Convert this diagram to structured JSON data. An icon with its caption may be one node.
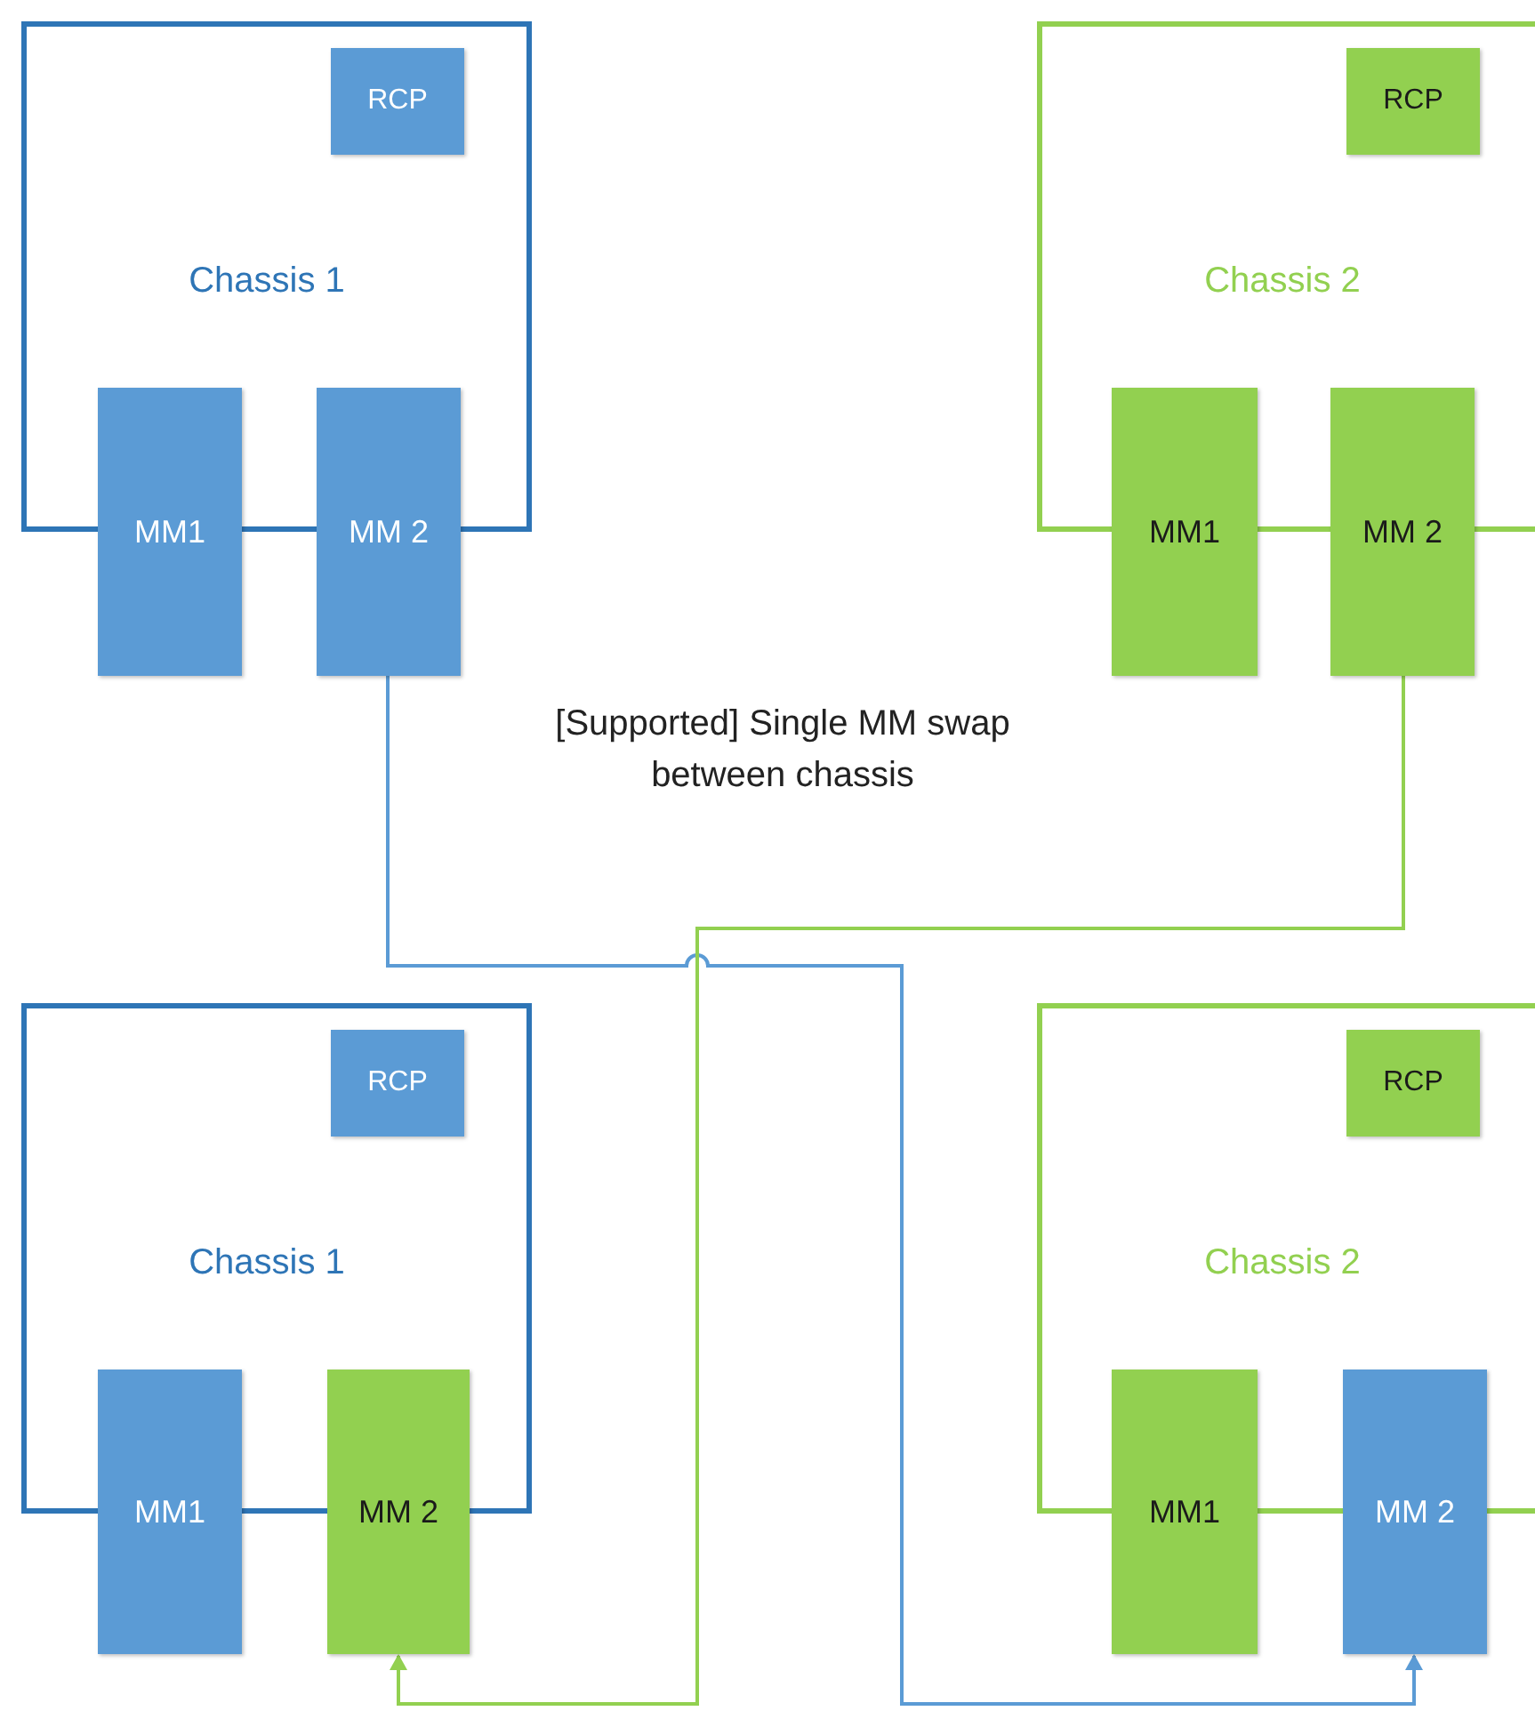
{
  "diagram": {
    "nodes": [
      {
        "text": [
          "Chassis 1"
        ]
      },
      {
        "text": [
          "RCP"
        ],
        "in": 0
      },
      {
        "text": [
          "MM1"
        ]
      },
      {
        "text": [
          "MM 2"
        ]
      },
      {
        "text": [
          "Chassis 2"
        ]
      },
      {
        "text": [
          "RCP"
        ],
        "in": 4
      },
      {
        "text": [
          "MM1"
        ]
      },
      {
        "text": [
          "MM 2"
        ]
      },
      {
        "text": [
          "Chassis 1"
        ]
      },
      {
        "text": [
          "RCP"
        ],
        "in": 8
      },
      {
        "text": [
          "MM1"
        ]
      },
      {
        "text": [
          "MM 2"
        ]
      },
      {
        "text": [
          "Chassis 2"
        ]
      },
      {
        "text": [
          "RCP"
        ],
        "in": 12
      },
      {
        "text": [
          "MM1"
        ]
      },
      {
        "text": [
          "MM 2"
        ]
      }
    ],
    "edges": [
      {
        "from": 3,
        "to": 15,
        "arrow": "to",
        "color": "#5b9bd5"
      },
      {
        "from": 7,
        "to": 11,
        "arrow": "to",
        "color": "#92d050"
      }
    ],
    "labels": [
      "[Supported] Single MM swap between chassis"
    ]
  }
}
